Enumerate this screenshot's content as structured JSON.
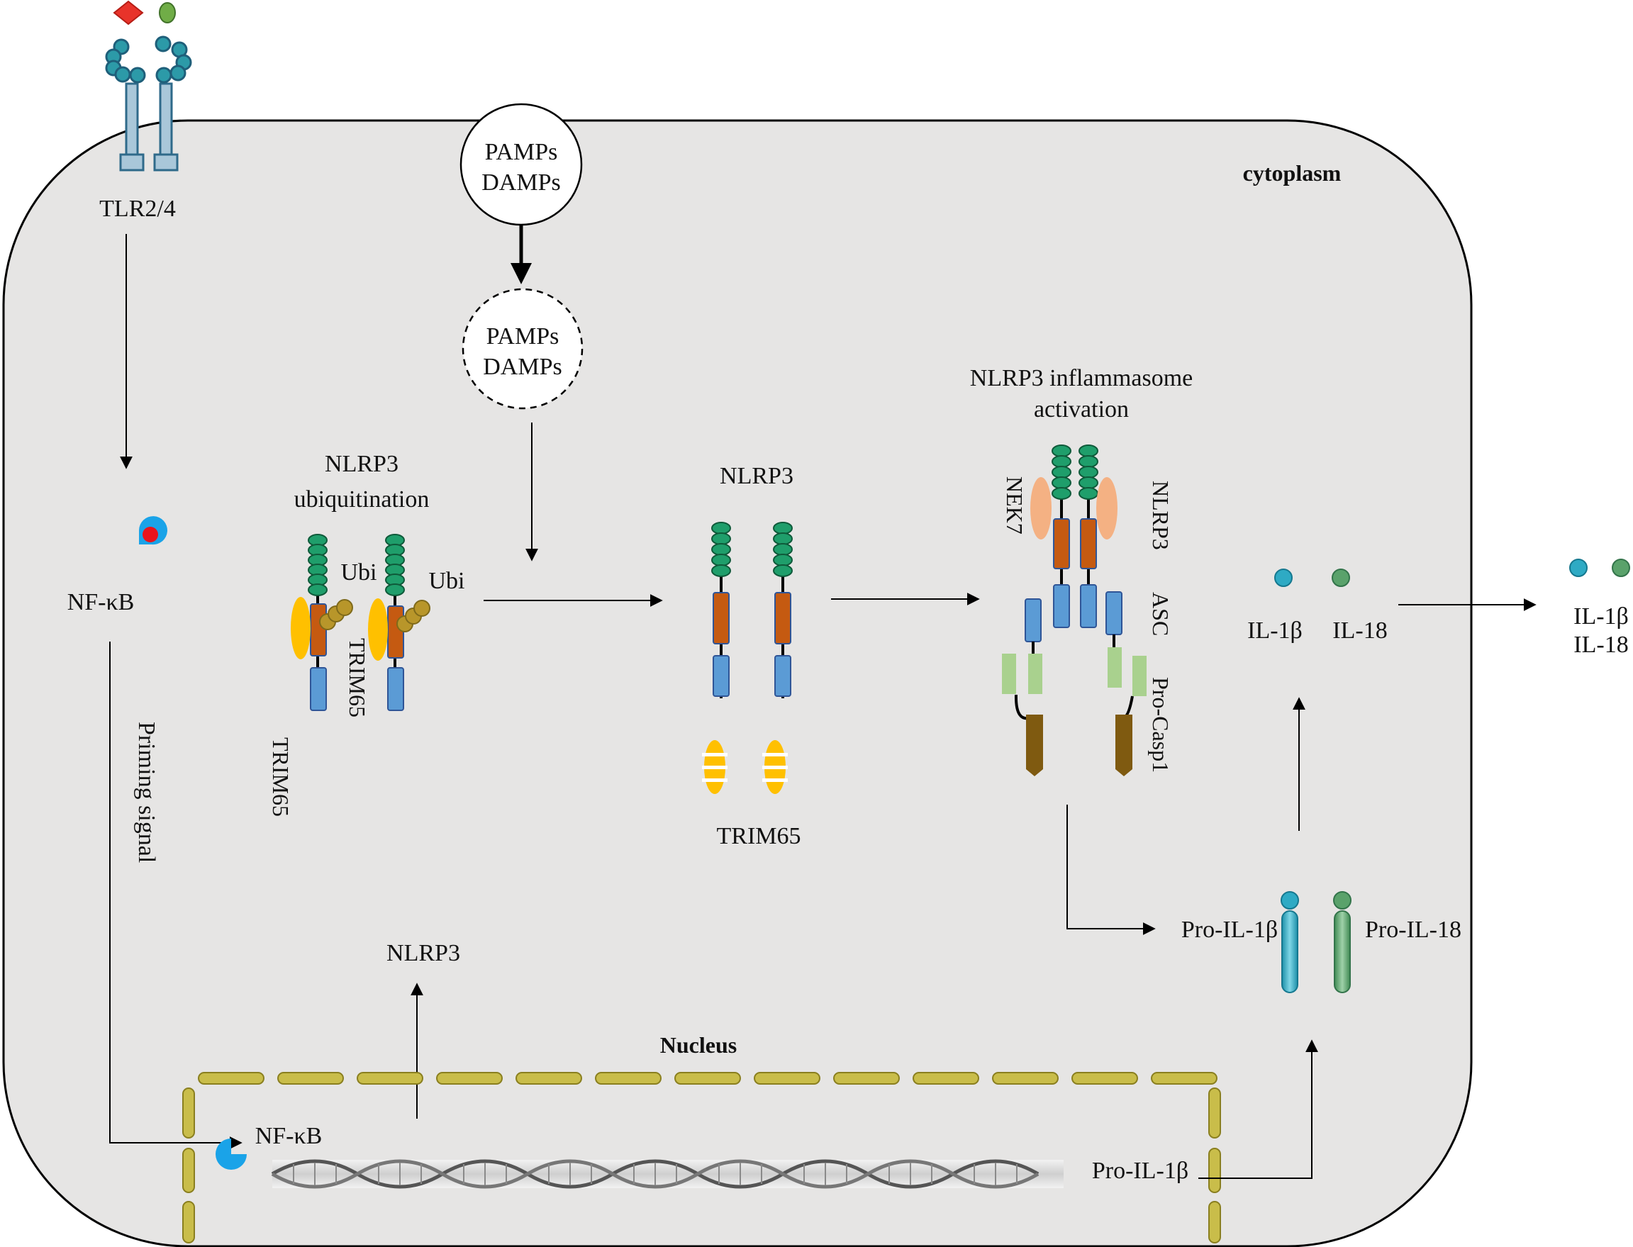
{
  "labels": {
    "tlr": "TLR2/4",
    "cytoplasm": "cytoplasm",
    "pamps_outer_1": "PAMPs",
    "pamps_outer_2": "DAMPs",
    "pamps_inner_1": "PAMPs",
    "pamps_inner_2": "DAMPs",
    "nfkb_top": "NF-κB",
    "priming": "Priming signal",
    "ubiq_1": "NLRP3",
    "ubiq_2": "ubiquitination",
    "ubi_1": "Ubi",
    "ubi_2": "Ubi",
    "trim65_a": "TRIM65",
    "trim65_b": "TRIM65",
    "nlrp3_mid": "NLRP3",
    "trim65_mid": "TRIM65",
    "activation_1": "NLRP3 inflammasome",
    "activation_2": "activation",
    "nek7": "NEK7",
    "nlrp3_side": "NLRP3",
    "asc": "ASC",
    "procasp1": "Pro-Casp1",
    "il1b": "IL-1β",
    "il18": "IL-18",
    "out_il1b": "IL-1β",
    "out_il18": "IL-18",
    "pro_il1b_top": "Pro-IL-1β",
    "pro_il18": "Pro-IL-18",
    "nlrp3_nucleus": "NLRP3",
    "nucleus": "Nucleus",
    "nfkb_nucleus": "NF-κB",
    "pro_il1b_dna": "Pro-IL-1β"
  },
  "colors": {
    "cell_fill": "#e6e5e4",
    "nlrp3_green": "#1f9e6b",
    "orange_domain": "#c55a11",
    "blue_domain": "#5b9bd5",
    "trim65_yellow": "#ffc000",
    "ubi_olive": "#b8962a",
    "nek7_peach": "#f4b183",
    "caspase_light": "#a9d18e",
    "caspase_brown": "#7f5a10",
    "il1b_cyan": "#2eaac4",
    "il18_green": "#5aa26b",
    "nfkb_blue": "#1aa3e8",
    "nuclear_envelope": "#c9bd4a"
  }
}
